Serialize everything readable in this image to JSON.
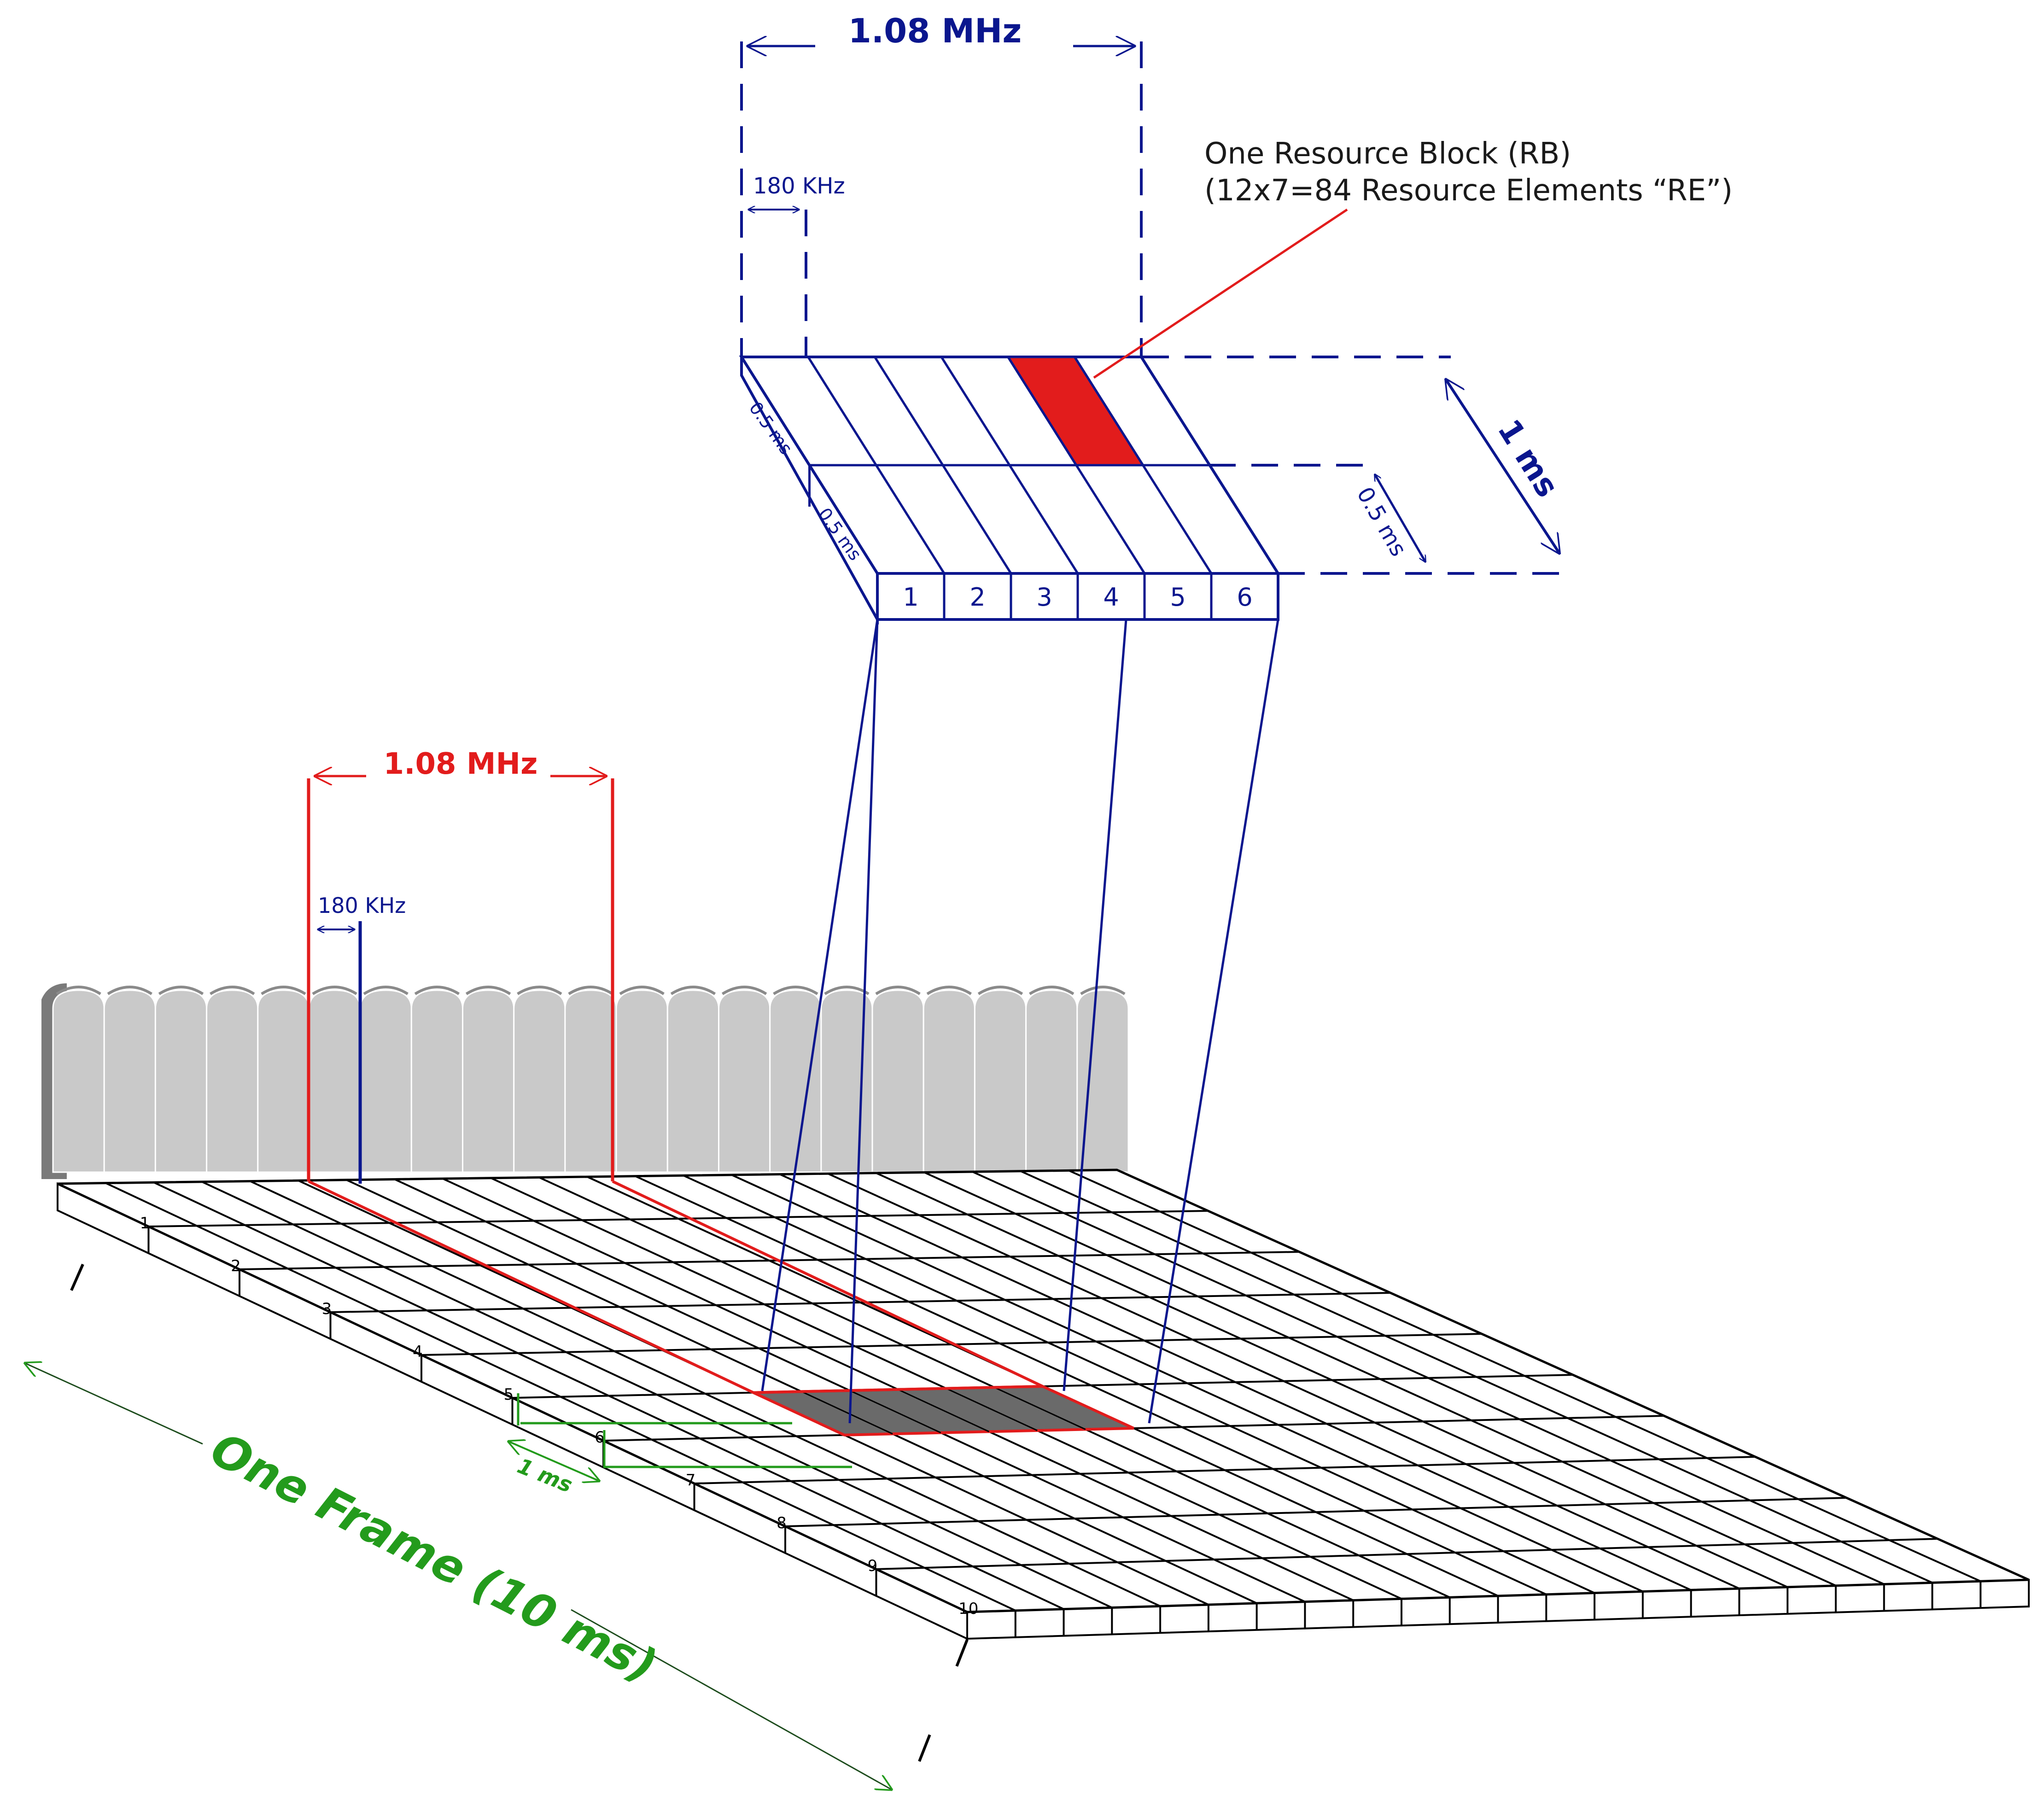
{
  "colors": {
    "blue": "#0a168e",
    "red": "#e21c1c",
    "green": "#239b1c",
    "grid": "#000000",
    "ofdm": "#c9c9c9",
    "highlight": "#6a6a6a"
  },
  "top_block": {
    "bandwidth_label": "1.08 MHz",
    "subcarrier_label": "180 KHz",
    "slot_label_a": "0.5 ms",
    "slot_label_b": "0.5 ms",
    "right_slot_label": "0.5 ms",
    "subframe_label": "1 ms",
    "columns": [
      "1",
      "2",
      "3",
      "4",
      "5",
      "6"
    ],
    "rb_title": "One Resource Block (RB)",
    "rb_subtitle": "(12x7=84 Resource Elements “RE”)"
  },
  "grid": {
    "bandwidth_label": "1.08 MHz",
    "subcarrier_label": "180 KHz",
    "subframe_label": "1 ms",
    "frame_label": "One Frame (10 ms)",
    "rows": [
      "1",
      "2",
      "3",
      "4",
      "5",
      "6",
      "7",
      "8",
      "9",
      "10"
    ],
    "num_columns": 22,
    "num_ofdm_subcarriers": 21
  }
}
